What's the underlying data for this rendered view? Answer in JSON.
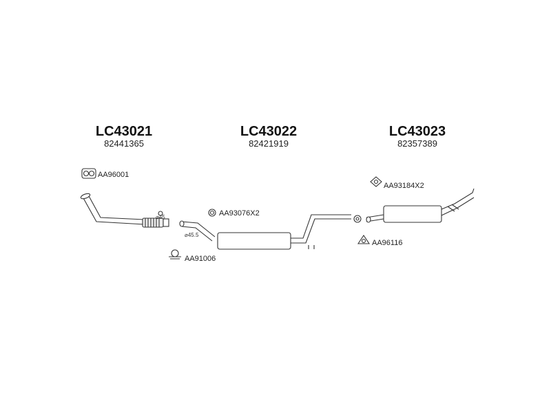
{
  "assemblies": [
    {
      "code": "LC43021",
      "number": "82441365"
    },
    {
      "code": "LC43022",
      "number": "82421919"
    },
    {
      "code": "LC43023",
      "number": "82357389"
    }
  ],
  "parts": {
    "gasket_front": "AA96001",
    "clamp": "AA91006",
    "rubber_ring": "AA93076X2",
    "mount_rear": "AA93184X2",
    "gasket_rear": "AA96116"
  },
  "dimensions": {
    "d45": "⌀45",
    "d455": "⌀45.5"
  }
}
